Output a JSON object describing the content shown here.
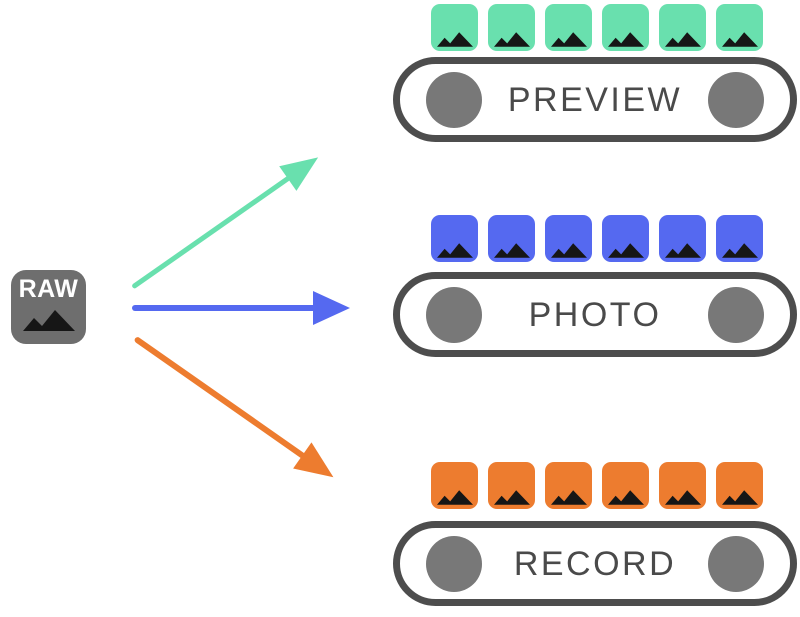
{
  "theme": {
    "background": "#ffffff",
    "glyph_color": "#161616",
    "pill_border_color": "#4d4d4d",
    "pill_circle_color": "#787878",
    "pill_label_color": "#4a4a4a"
  },
  "source": {
    "label": "RAW",
    "box_color": "#6e6e6e",
    "text_color": "#ffffff",
    "icon": "mountain-photo-icon"
  },
  "streams": [
    {
      "name": "preview",
      "label": "PREVIEW",
      "color": "#69e0ae",
      "frame_count": 6
    },
    {
      "name": "photo",
      "label": "PHOTO",
      "color": "#5569f0",
      "frame_count": 6
    },
    {
      "name": "record",
      "label": "RECORD",
      "color": "#ed7c2f",
      "frame_count": 6
    }
  ]
}
